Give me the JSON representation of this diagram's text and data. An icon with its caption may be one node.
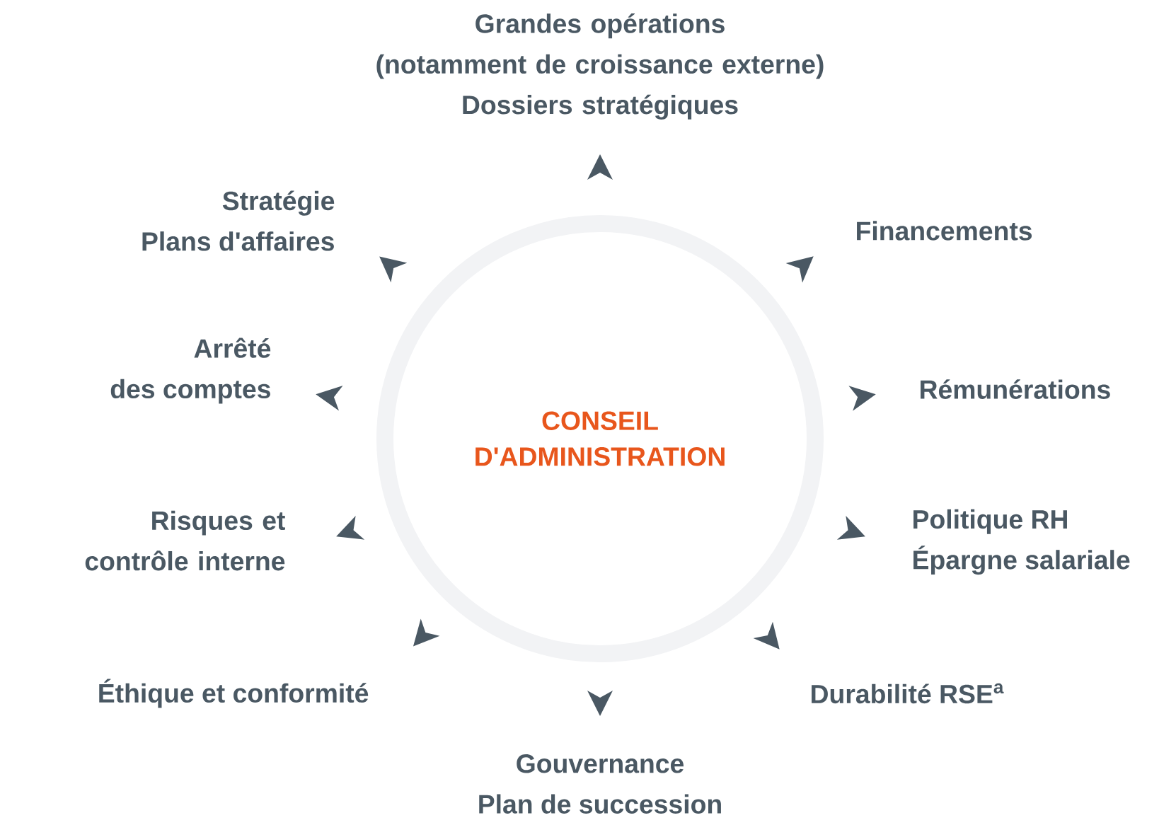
{
  "diagram": {
    "nodes": [
      {
        "text": [
          "CONSEIL D'ADMINISTRATION"
        ]
      },
      {
        "text": [
          "Grandes opérations (notamment de croissance externe)",
          "Dossiers stratégiques"
        ]
      },
      {
        "text": [
          "Financements"
        ]
      },
      {
        "text": [
          "Rémunérations"
        ]
      },
      {
        "text": [
          "Politique RH",
          "Épargne salariale"
        ]
      },
      {
        "text": [
          "Durabilité RSE$^{a}$"
        ]
      },
      {
        "text": [
          "Gouvernance",
          "Plan de succession"
        ]
      },
      {
        "text": [
          "Éthique et conformité"
        ]
      },
      {
        "text": [
          "Risques et contrôle interne"
        ]
      },
      {
        "text": [
          "Arrêté des comptes"
        ]
      },
      {
        "text": [
          "Stratégie",
          "Plans d'affaires"
        ]
      }
    ]
  }
}
